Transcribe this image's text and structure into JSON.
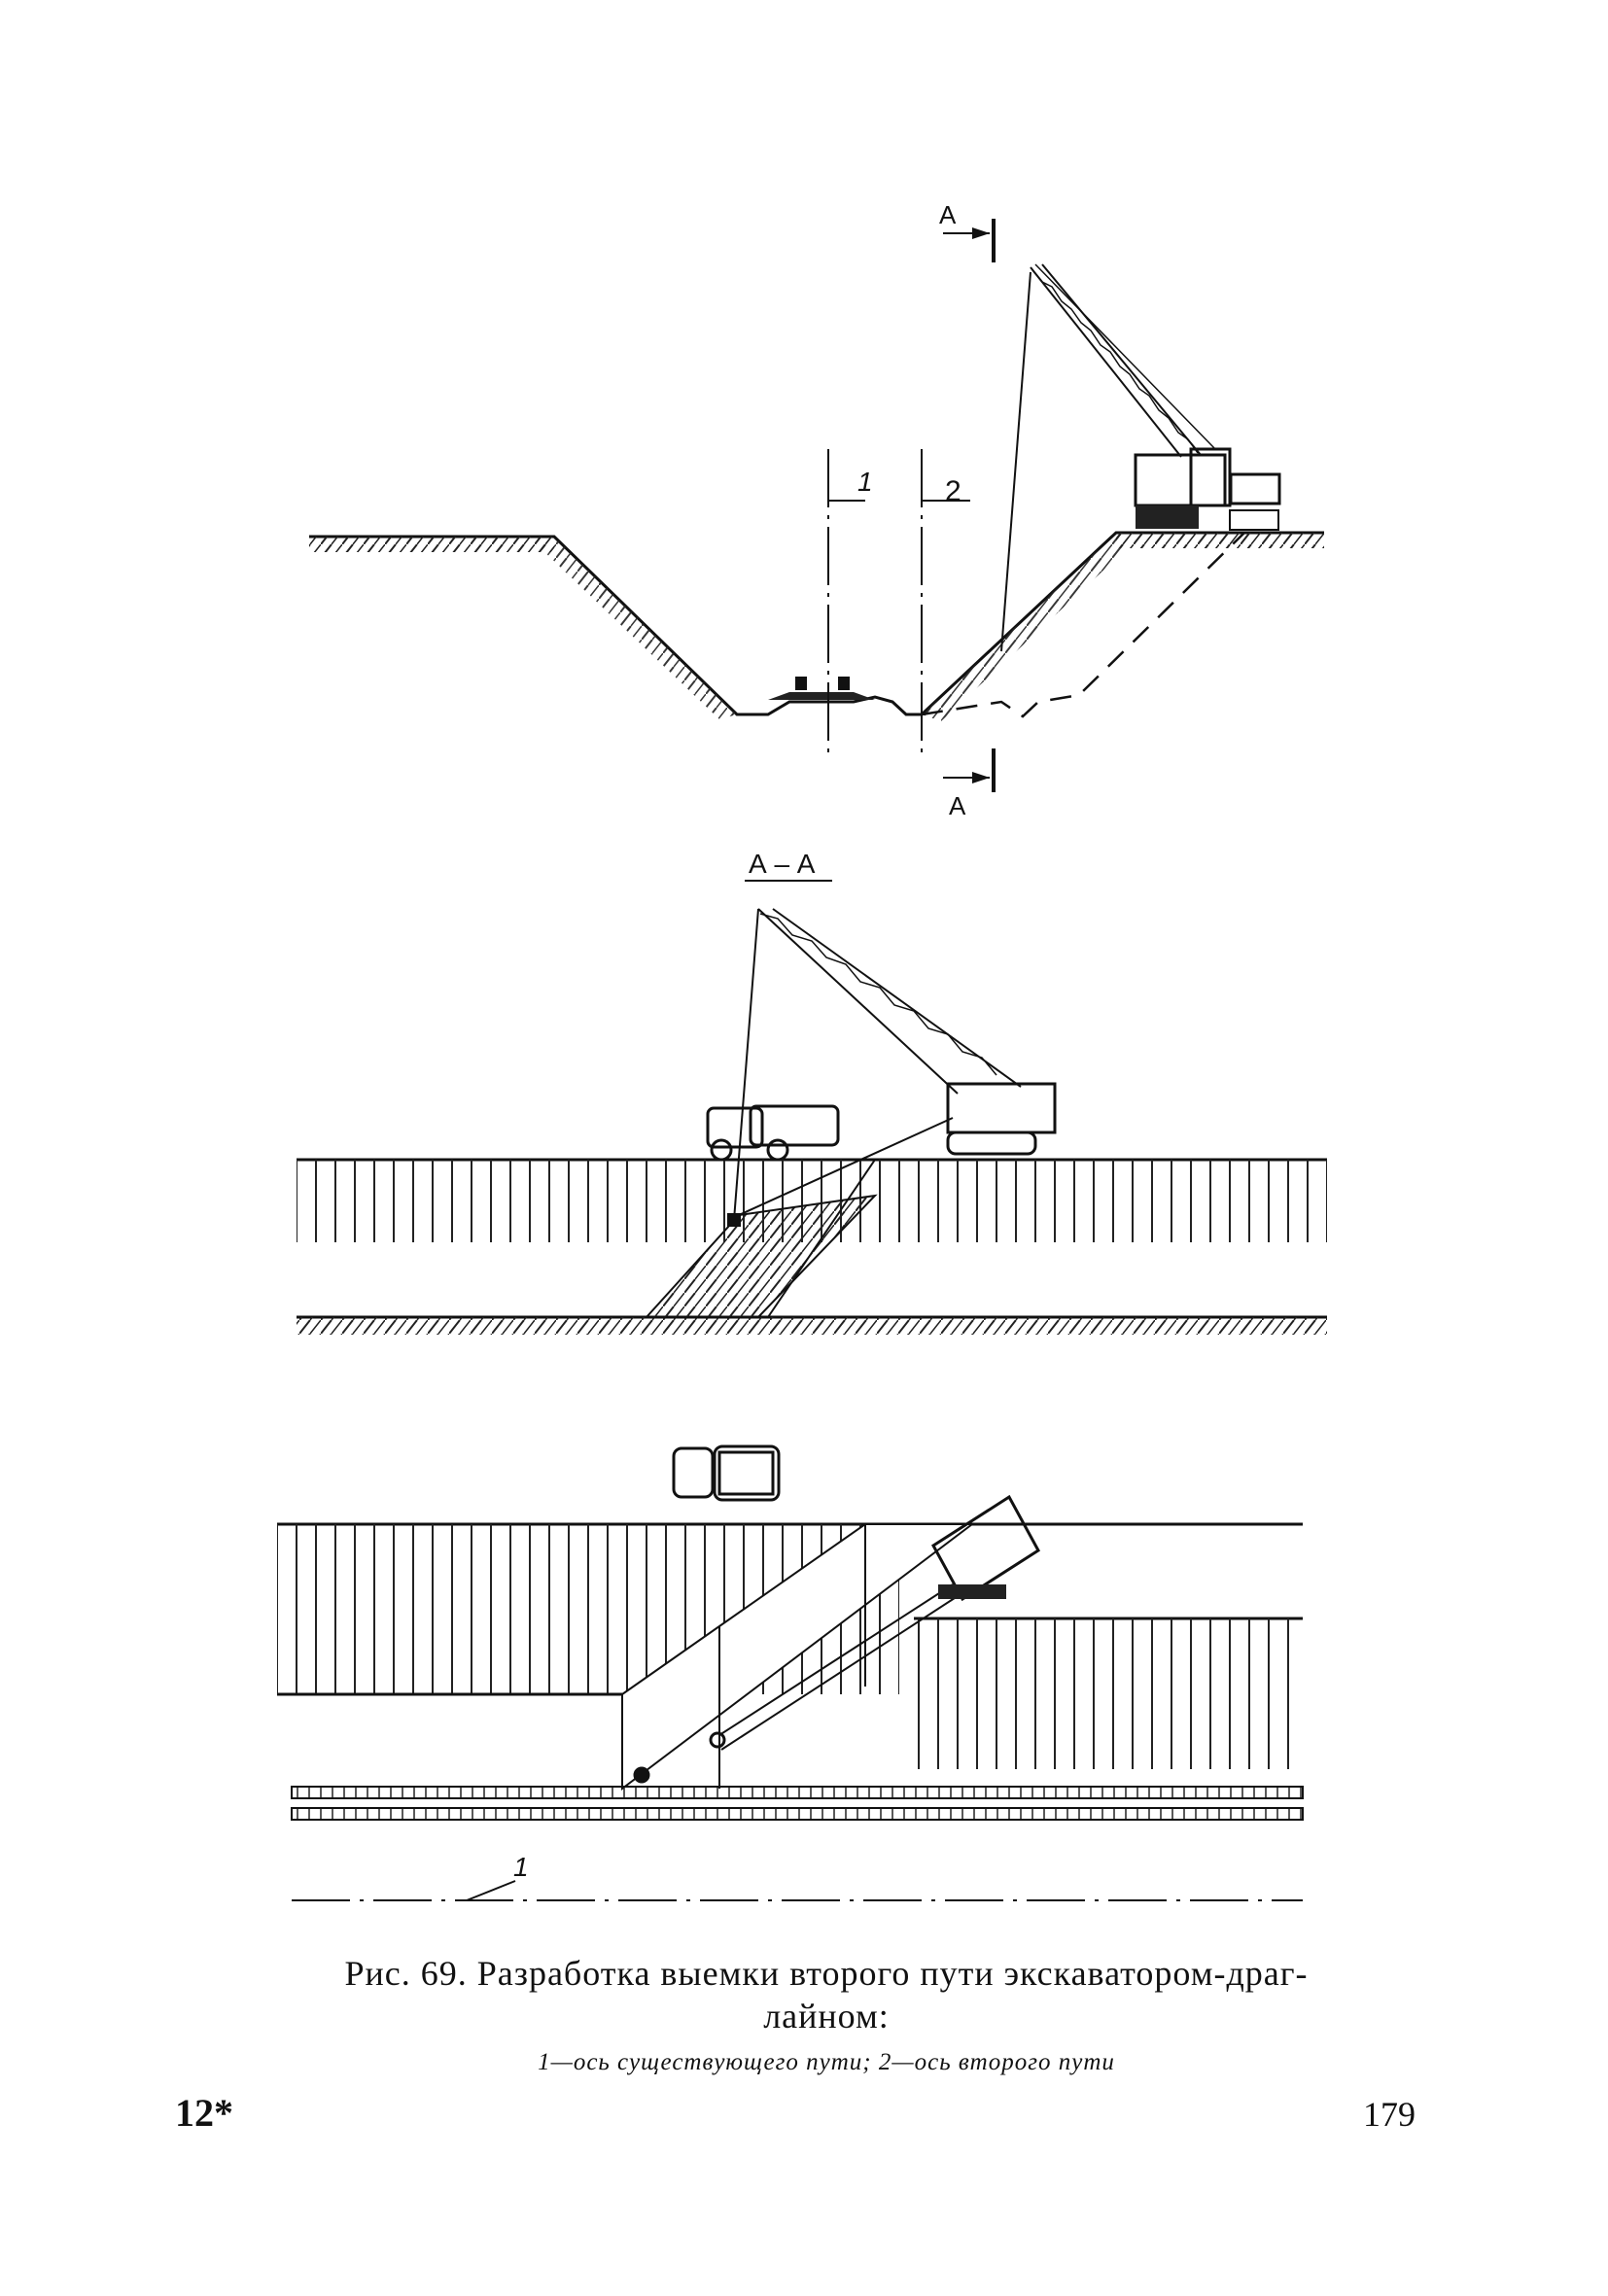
{
  "figure": {
    "section_marker": "А",
    "section_title": "А – А",
    "axis_labels": [
      "1",
      "2"
    ],
    "plan_axis_label": "1"
  },
  "caption": {
    "title_line1": "Рис. 69. Разработка выемки второго пути экскаватором-драг-",
    "title_line2": "лайном:",
    "legend": "1—ось существующего пути; 2—ось второго пути"
  },
  "page": {
    "signature_mark": "12*",
    "number": "179"
  }
}
